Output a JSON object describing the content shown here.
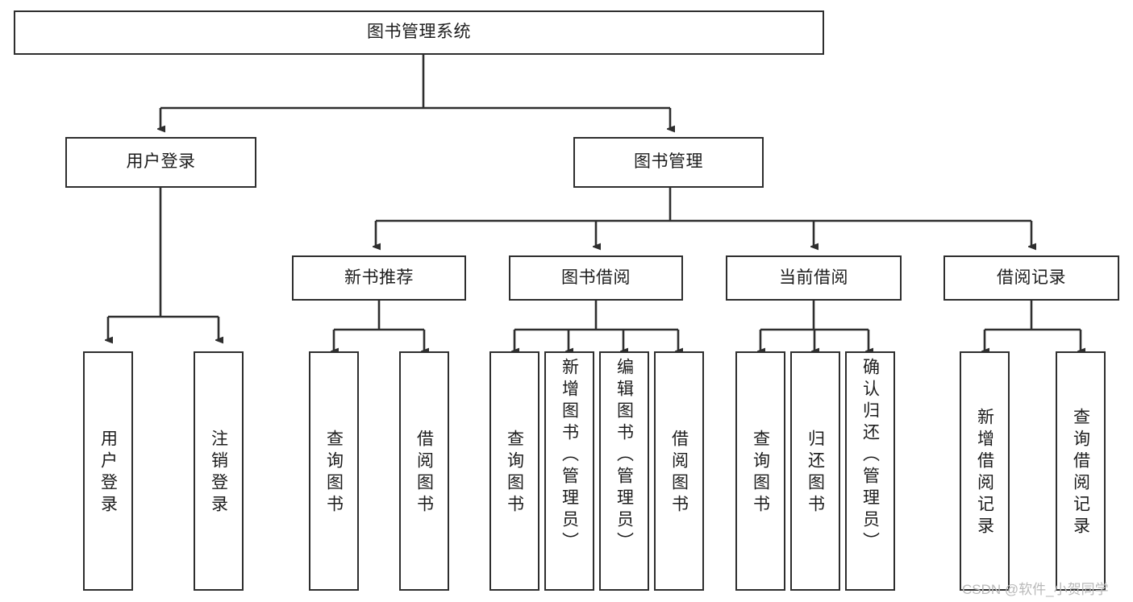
{
  "diagram": {
    "type": "hierarchy-tree",
    "title": "图书管理系统",
    "watermark": "CSDN @软件_小贺同学",
    "colors": {
      "box_border": "#2e2e2e",
      "box_fill": "#ffffff",
      "connector": "#2e2e2e",
      "text": "#1c1c1c",
      "watermark": "#b9b9b9"
    },
    "nodes": {
      "root": {
        "label": "图书管理系统"
      },
      "level2": [
        {
          "id": "user-login",
          "label": "用户登录"
        },
        {
          "id": "book-management",
          "label": "图书管理"
        }
      ],
      "level3": [
        {
          "id": "new-book-recommend",
          "label": "新书推荐"
        },
        {
          "id": "book-borrow",
          "label": "图书借阅"
        },
        {
          "id": "current-borrow",
          "label": "当前借阅"
        },
        {
          "id": "borrow-record",
          "label": "借阅记录"
        }
      ],
      "leaves": {
        "user-login": [
          {
            "id": "leaf-user-login",
            "label": "用户登录"
          },
          {
            "id": "leaf-logout-login",
            "label": "注销登录"
          }
        ],
        "new-book-recommend": [
          {
            "id": "leaf-query-book-1",
            "label": "查询图书"
          },
          {
            "id": "leaf-borrow-book-1",
            "label": "借阅图书"
          }
        ],
        "book-borrow": [
          {
            "id": "leaf-query-book-2",
            "label": "查询图书"
          },
          {
            "id": "leaf-add-book-admin",
            "label": "新增图书（管理员）"
          },
          {
            "id": "leaf-edit-book-admin",
            "label": "编辑图书（管理员）"
          },
          {
            "id": "leaf-borrow-book-2",
            "label": "借阅图书"
          }
        ],
        "current-borrow": [
          {
            "id": "leaf-query-book-3",
            "label": "查询图书"
          },
          {
            "id": "leaf-return-book",
            "label": "归还图书"
          },
          {
            "id": "leaf-confirm-return-admin",
            "label": "确认归还（管理员）"
          }
        ],
        "borrow-record": [
          {
            "id": "leaf-add-borrow-record",
            "label": "新增借阅记录"
          },
          {
            "id": "leaf-query-borrow-record",
            "label": "查询借阅记录"
          }
        ]
      }
    }
  }
}
